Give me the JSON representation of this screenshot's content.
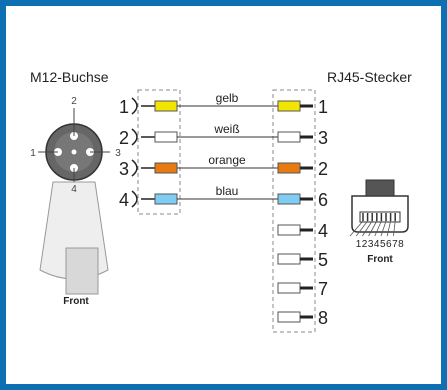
{
  "headers": {
    "left": "M12-Buchse",
    "right": "RJ45-Stecker"
  },
  "m12": {
    "pins": [
      "1",
      "2",
      "3",
      "4"
    ],
    "label": "Front"
  },
  "rj45": {
    "pin_numbers": "12345678",
    "label": "Front"
  },
  "connections": [
    {
      "m12_pin": "1",
      "wire": "gelb",
      "rj45_pin": "1",
      "color": "#f2e600"
    },
    {
      "m12_pin": "2",
      "wire": "weiß",
      "rj45_pin": "3",
      "color": "#ffffff"
    },
    {
      "m12_pin": "3",
      "wire": "orange",
      "rj45_pin": "2",
      "color": "#e87a10"
    },
    {
      "m12_pin": "4",
      "wire": "blau",
      "rj45_pin": "6",
      "color": "#7fcdf3"
    }
  ],
  "unused_rj45_pins": [
    "4",
    "5",
    "7",
    "8"
  ],
  "colors": {
    "border": "#0f6fb3",
    "line": "#222222"
  }
}
